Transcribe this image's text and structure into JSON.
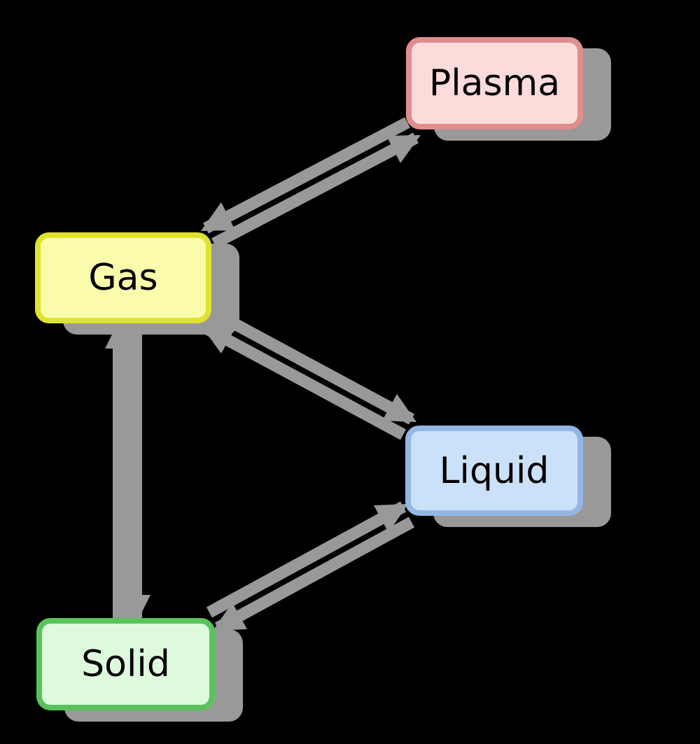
{
  "colors": {
    "background": "#000000",
    "arrow": "#999999",
    "shadow": "#999999",
    "text": "#000000"
  },
  "nodes": [
    {
      "id": "plasma",
      "label": "Plasma",
      "fill": "#fcdbdb",
      "border": "#e08d8d"
    },
    {
      "id": "gas",
      "label": "Gas",
      "fill": "#fbfcab",
      "border": "#dee32f"
    },
    {
      "id": "liquid",
      "label": "Liquid",
      "fill": "#cbe1fa",
      "border": "#93b7e5"
    },
    {
      "id": "solid",
      "label": "Solid",
      "fill": "#ddfadd",
      "border": "#58c35a"
    }
  ],
  "edges": [
    {
      "from": "gas",
      "to": "plasma",
      "bidirectional": true
    },
    {
      "from": "gas",
      "to": "liquid",
      "bidirectional": true
    },
    {
      "from": "gas",
      "to": "solid",
      "bidirectional": true
    },
    {
      "from": "solid",
      "to": "liquid",
      "bidirectional": true
    }
  ]
}
